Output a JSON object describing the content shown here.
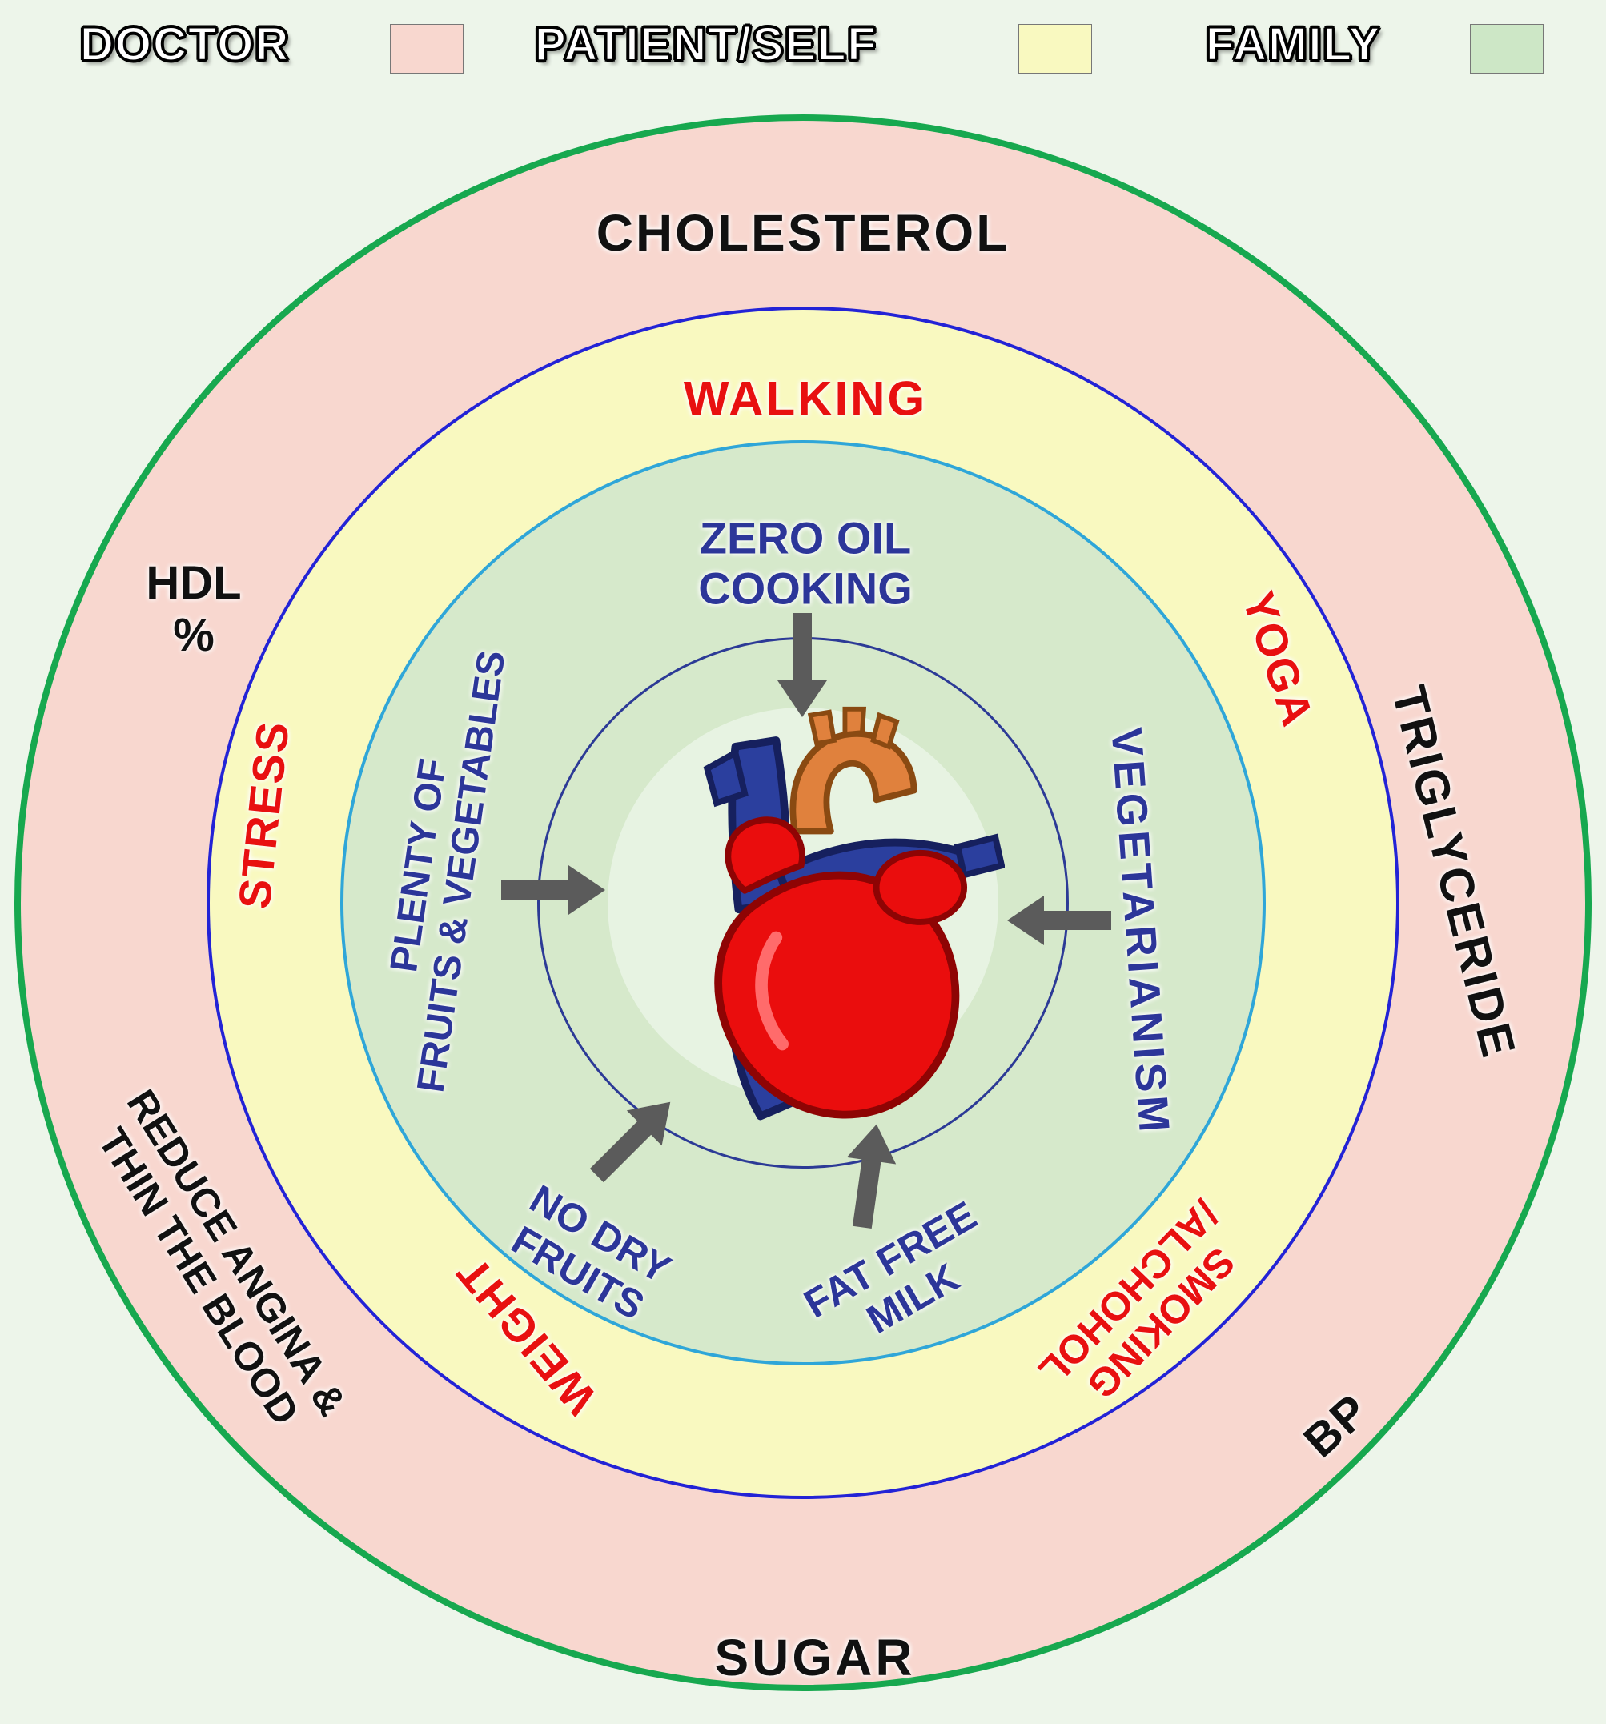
{
  "legend": {
    "items": [
      {
        "label": "DOCTOR",
        "color": "#f8d7cf"
      },
      {
        "label": "PATIENT/SELF",
        "color": "#f9f9c0"
      },
      {
        "label": "FAMILY",
        "color": "#cde7c6"
      }
    ]
  },
  "outer_ring": {
    "cholesterol": "CHOLESTEROL",
    "triglyceride": "TRIGLYCERIDE",
    "hdl_line1": "HDL",
    "hdl_line2": "%",
    "reduce_line1": "REDUCE ANGINA &",
    "reduce_line2": "THIN THE BLOOD",
    "sugar": "SUGAR",
    "bp": "BP"
  },
  "middle_ring": {
    "walking": "WALKING",
    "yoga": "YOGA",
    "stress": "STRESS",
    "weight": "WEIGHT",
    "smoking_line1": "SMOKING",
    "smoking_line2": "/ALCHOHOL"
  },
  "inner_ring": {
    "zero_oil_line1": "ZERO OIL",
    "zero_oil_line2": "COOKING",
    "vegetarianism": "VEGETARIANISM",
    "plenty_line1": "PLENTY OF",
    "plenty_line2": "FRUITS & VEGETABLES",
    "no_dry_line1": "NO DRY",
    "no_dry_line2": "FRUITS",
    "fat_free_line1": "FAT FREE",
    "fat_free_line2": "MILK"
  },
  "colors": {
    "doctor_ring": "#f8d7cf",
    "patient_ring": "#f9f9c0",
    "family_ring": "#d6e9cb",
    "center_circle": "#e7f3e2",
    "outer_border": "#17a84f",
    "blue_border": "#2323d6",
    "cyan_border": "#2fa6d8",
    "navy_border": "#2c3a96",
    "black_text": "#111111",
    "red_text": "#e81010",
    "blue_text": "#2c3699",
    "arrow": "#5b5b5b"
  }
}
